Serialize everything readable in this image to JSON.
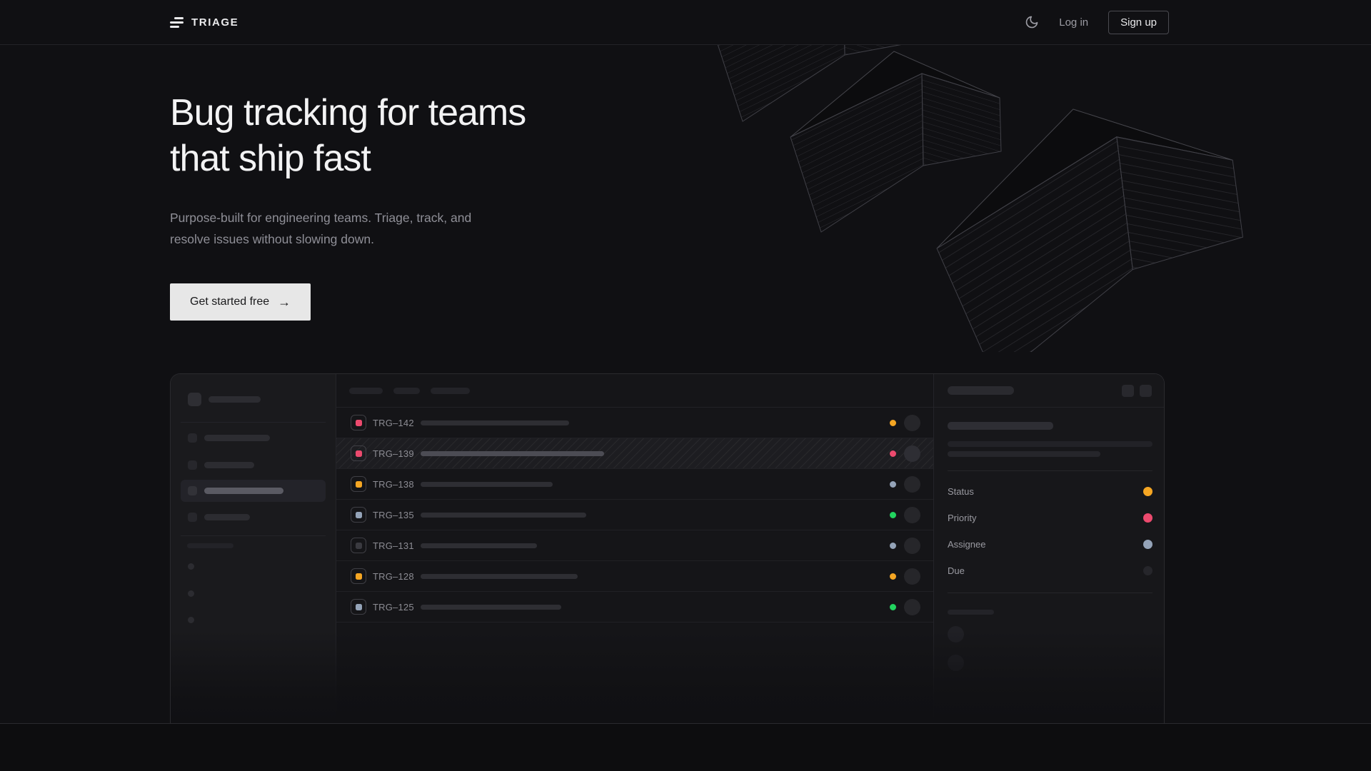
{
  "nav": {
    "brand": "TRIAGE",
    "log_in": "Log in",
    "sign_up": "Sign up",
    "theme_toggle_icon": "moon-icon"
  },
  "hero": {
    "title_line1": "Bug tracking for teams",
    "title_line2": "that ship fast",
    "subtitle": "Purpose-built for engineering teams. Triage, track, and resolve issues without slowing down.",
    "cta_label": "Get started free",
    "cta_arrow": "→"
  },
  "mockup": {
    "issues": [
      {
        "id": "TRG–142",
        "accent": "pink",
        "status": "amber",
        "state": "default"
      },
      {
        "id": "TRG–139",
        "accent": "pink",
        "status": "pink",
        "state": "highlighted"
      },
      {
        "id": "TRG–138",
        "accent": "amber",
        "status": "slate",
        "state": "default"
      },
      {
        "id": "TRG–135",
        "accent": "slate",
        "status": "green",
        "state": "default"
      },
      {
        "id": "TRG–131",
        "accent": "muted",
        "status": "slate",
        "state": "default"
      },
      {
        "id": "TRG–128",
        "accent": "amber",
        "status": "amber",
        "state": "default"
      },
      {
        "id": "TRG–125",
        "accent": "slate",
        "status": "green",
        "state": "default"
      }
    ],
    "detail": {
      "fields": [
        {
          "label": "Status",
          "color": "amber"
        },
        {
          "label": "Priority",
          "color": "pink"
        },
        {
          "label": "Assignee",
          "color": "slate"
        },
        {
          "label": "Due",
          "color": "dark"
        }
      ]
    }
  },
  "colors": {
    "pink": "#ec4a6e",
    "amber": "#f5a623",
    "slate": "#94a3b8",
    "green": "#22d45f",
    "muted": "#3a3a40",
    "dark": "#26262b"
  }
}
